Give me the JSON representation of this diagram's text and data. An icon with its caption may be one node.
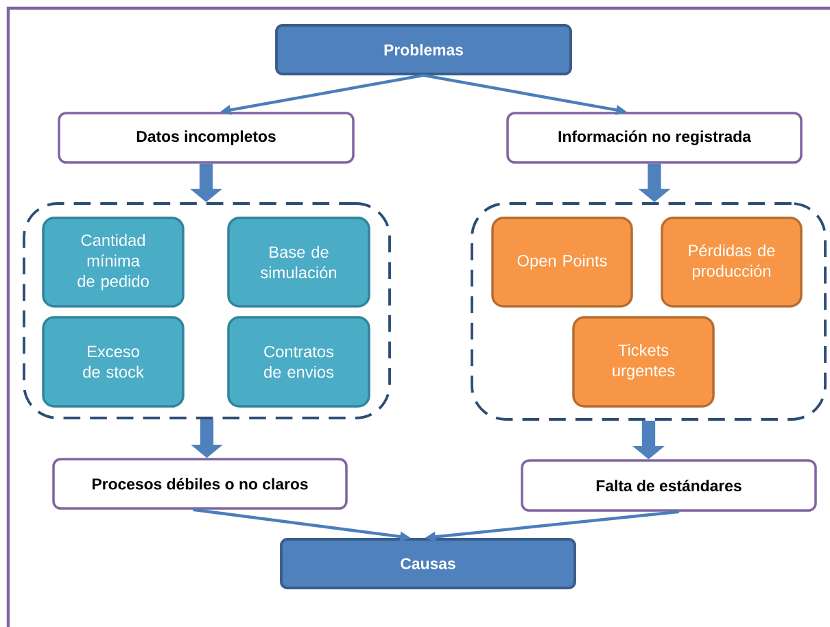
{
  "diagram": {
    "nodes": [
      {
        "text": [
          "Problemas"
        ]
      },
      {
        "text": [
          "Datos incompletos"
        ]
      },
      {
        "text": [
          "Información no registrada"
        ]
      },
      {
        "text": [],
        "shape": "box"
      },
      {
        "text": [
          "Cantidad mínima de pedido"
        ],
        "in": 3
      },
      {
        "text": [
          "Base de simulación"
        ],
        "in": 3
      },
      {
        "text": [
          "Exceso de stock"
        ],
        "in": 3
      },
      {
        "text": [
          "Contratos de envios"
        ],
        "in": 3
      },
      {
        "text": [],
        "shape": "box"
      },
      {
        "text": [
          "Open Points"
        ],
        "in": 8
      },
      {
        "text": [
          "Pérdidas de producción"
        ],
        "in": 8
      },
      {
        "text": [
          "Tickets urgentes"
        ],
        "in": 8
      },
      {
        "text": [
          "Procesos débiles o no claros"
        ]
      },
      {
        "text": [
          "Falta de estándares"
        ]
      },
      {
        "text": [
          "Causas"
        ]
      }
    ],
    "edges": [
      {
        "from": 0,
        "to": 1,
        "arrow": "to"
      },
      {
        "from": 0,
        "to": 2,
        "arrow": "to"
      },
      {
        "from": 1,
        "to": 3,
        "arrow": "to",
        "style": "thick"
      },
      {
        "from": 2,
        "to": 8,
        "arrow": "to",
        "style": "thick"
      },
      {
        "from": 3,
        "to": 12,
        "arrow": "to",
        "style": "thick"
      },
      {
        "from": 8,
        "to": 13,
        "arrow": "to",
        "style": "thick"
      },
      {
        "from": 12,
        "to": 14,
        "arrow": "to"
      },
      {
        "from": 13,
        "to": 14,
        "arrow": "to"
      }
    ]
  }
}
